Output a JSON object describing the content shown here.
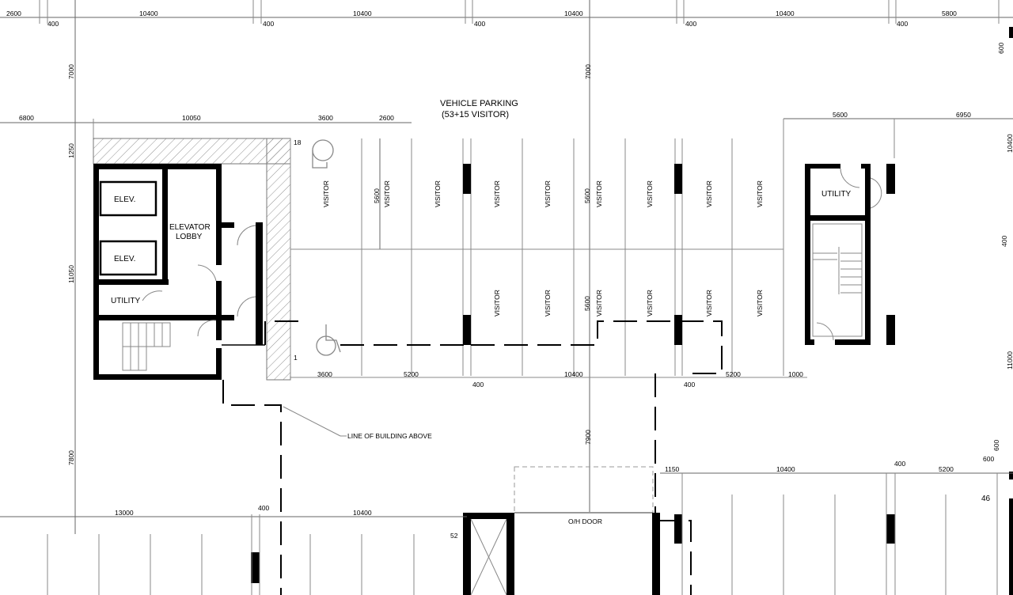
{
  "drawing": {
    "title": "VEHICLE PARKING",
    "subtitle": "(53+15 VISITOR)",
    "rooms": {
      "elev_1": "ELEV.",
      "elev_2": "ELEV.",
      "lobby_1": "ELEVATOR",
      "lobby_2": "LOBBY",
      "utility_left": "UTILITY",
      "utility_right": "UTILITY"
    },
    "stall_label": "VISITOR",
    "annotations": {
      "building_above": "LINE OF BUILDING ABOVE",
      "oh_door": "O/H DOOR",
      "stall_no_18": "18",
      "stall_no_1": "1",
      "stall_no_52": "52",
      "stall_no_46": "46"
    },
    "dims_top": [
      "2600",
      "10400",
      "10400",
      "10400",
      "10400",
      "5800"
    ],
    "dims_top_small": [
      "400",
      "400",
      "400",
      "400",
      "400",
      "600"
    ],
    "dims_row2": [
      "6800",
      "10050",
      "3600",
      "2600",
      "5600",
      "6950"
    ],
    "dims_vertical": [
      "7000",
      "7000",
      "1250",
      "11050",
      "7800",
      "7900",
      "5600",
      "5600",
      "5600",
      "10400",
      "400",
      "11000"
    ],
    "dims_row3": [
      "3600",
      "5200",
      "10400",
      "5200",
      "1000",
      "400",
      "400"
    ],
    "dims_row4": [
      "1150",
      "10400",
      "400",
      "5200",
      "600",
      "600"
    ],
    "dims_row5": [
      "13000",
      "10400",
      "400"
    ],
    "colors": {
      "line": "#000000",
      "thin": "#888888",
      "background": "#ffffff"
    }
  }
}
